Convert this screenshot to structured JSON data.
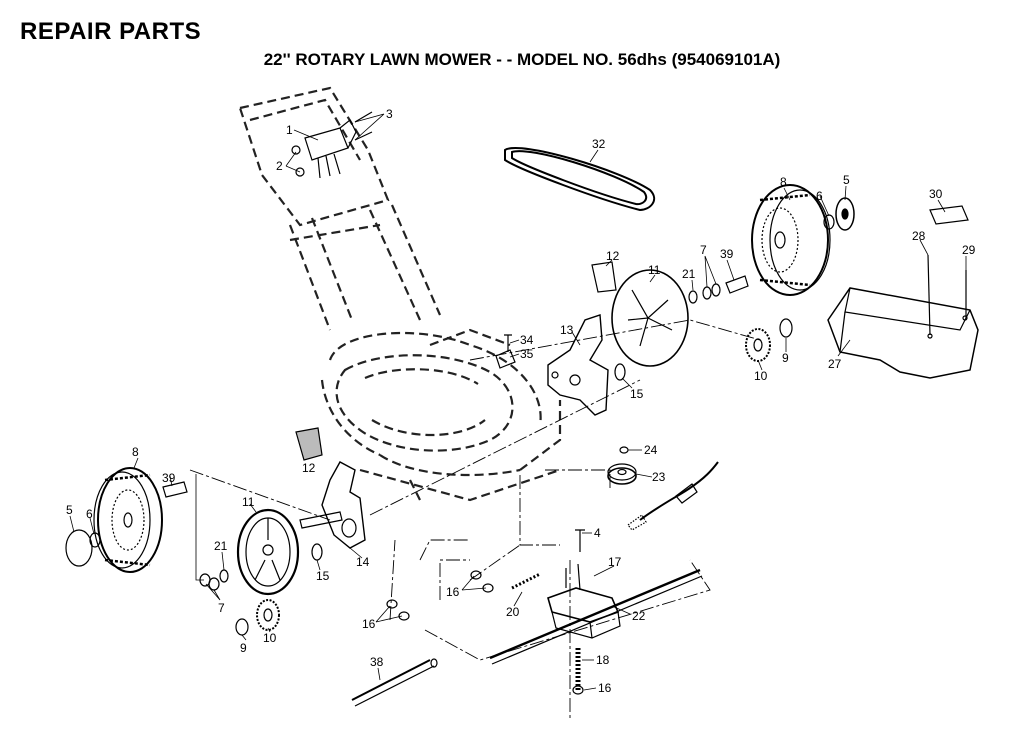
{
  "header": {
    "title": "REPAIR PARTS",
    "subtitle": "22'' ROTARY LAWN MOWER - - MODEL NO. 56dhs   (954069101A)"
  },
  "callouts": [
    {
      "id": "c1",
      "label": "1"
    },
    {
      "id": "c2",
      "label": "2"
    },
    {
      "id": "c3",
      "label": "3"
    },
    {
      "id": "c32",
      "label": "32"
    },
    {
      "id": "c8a",
      "label": "8"
    },
    {
      "id": "c6a",
      "label": "6"
    },
    {
      "id": "c5a",
      "label": "5"
    },
    {
      "id": "c30",
      "label": "30"
    },
    {
      "id": "c28",
      "label": "28"
    },
    {
      "id": "c29",
      "label": "29"
    },
    {
      "id": "c12a",
      "label": "12"
    },
    {
      "id": "c7a",
      "label": "7"
    },
    {
      "id": "c11a",
      "label": "11"
    },
    {
      "id": "c21a",
      "label": "21"
    },
    {
      "id": "c39a",
      "label": "39"
    },
    {
      "id": "c13",
      "label": "13"
    },
    {
      "id": "c34",
      "label": "34"
    },
    {
      "id": "c35",
      "label": "35"
    },
    {
      "id": "c15a",
      "label": "15"
    },
    {
      "id": "c10a",
      "label": "10"
    },
    {
      "id": "c9a",
      "label": "9"
    },
    {
      "id": "c27",
      "label": "27"
    },
    {
      "id": "c24",
      "label": "24"
    },
    {
      "id": "c23",
      "label": "23"
    },
    {
      "id": "c8b",
      "label": "8"
    },
    {
      "id": "c39b",
      "label": "39"
    },
    {
      "id": "c12b",
      "label": "12"
    },
    {
      "id": "c11b",
      "label": "11"
    },
    {
      "id": "c5b",
      "label": "5"
    },
    {
      "id": "c6b",
      "label": "6"
    },
    {
      "id": "c21b",
      "label": "21"
    },
    {
      "id": "c14",
      "label": "14"
    },
    {
      "id": "c15b",
      "label": "15"
    },
    {
      "id": "c7b",
      "label": "7"
    },
    {
      "id": "c10b",
      "label": "10"
    },
    {
      "id": "c9b",
      "label": "9"
    },
    {
      "id": "c4",
      "label": "4"
    },
    {
      "id": "c17",
      "label": "17"
    },
    {
      "id": "c16a",
      "label": "16"
    },
    {
      "id": "c16b",
      "label": "16"
    },
    {
      "id": "c20",
      "label": "20"
    },
    {
      "id": "c22",
      "label": "22"
    },
    {
      "id": "c18",
      "label": "18"
    },
    {
      "id": "c16c",
      "label": "16"
    },
    {
      "id": "c38",
      "label": "38"
    }
  ]
}
